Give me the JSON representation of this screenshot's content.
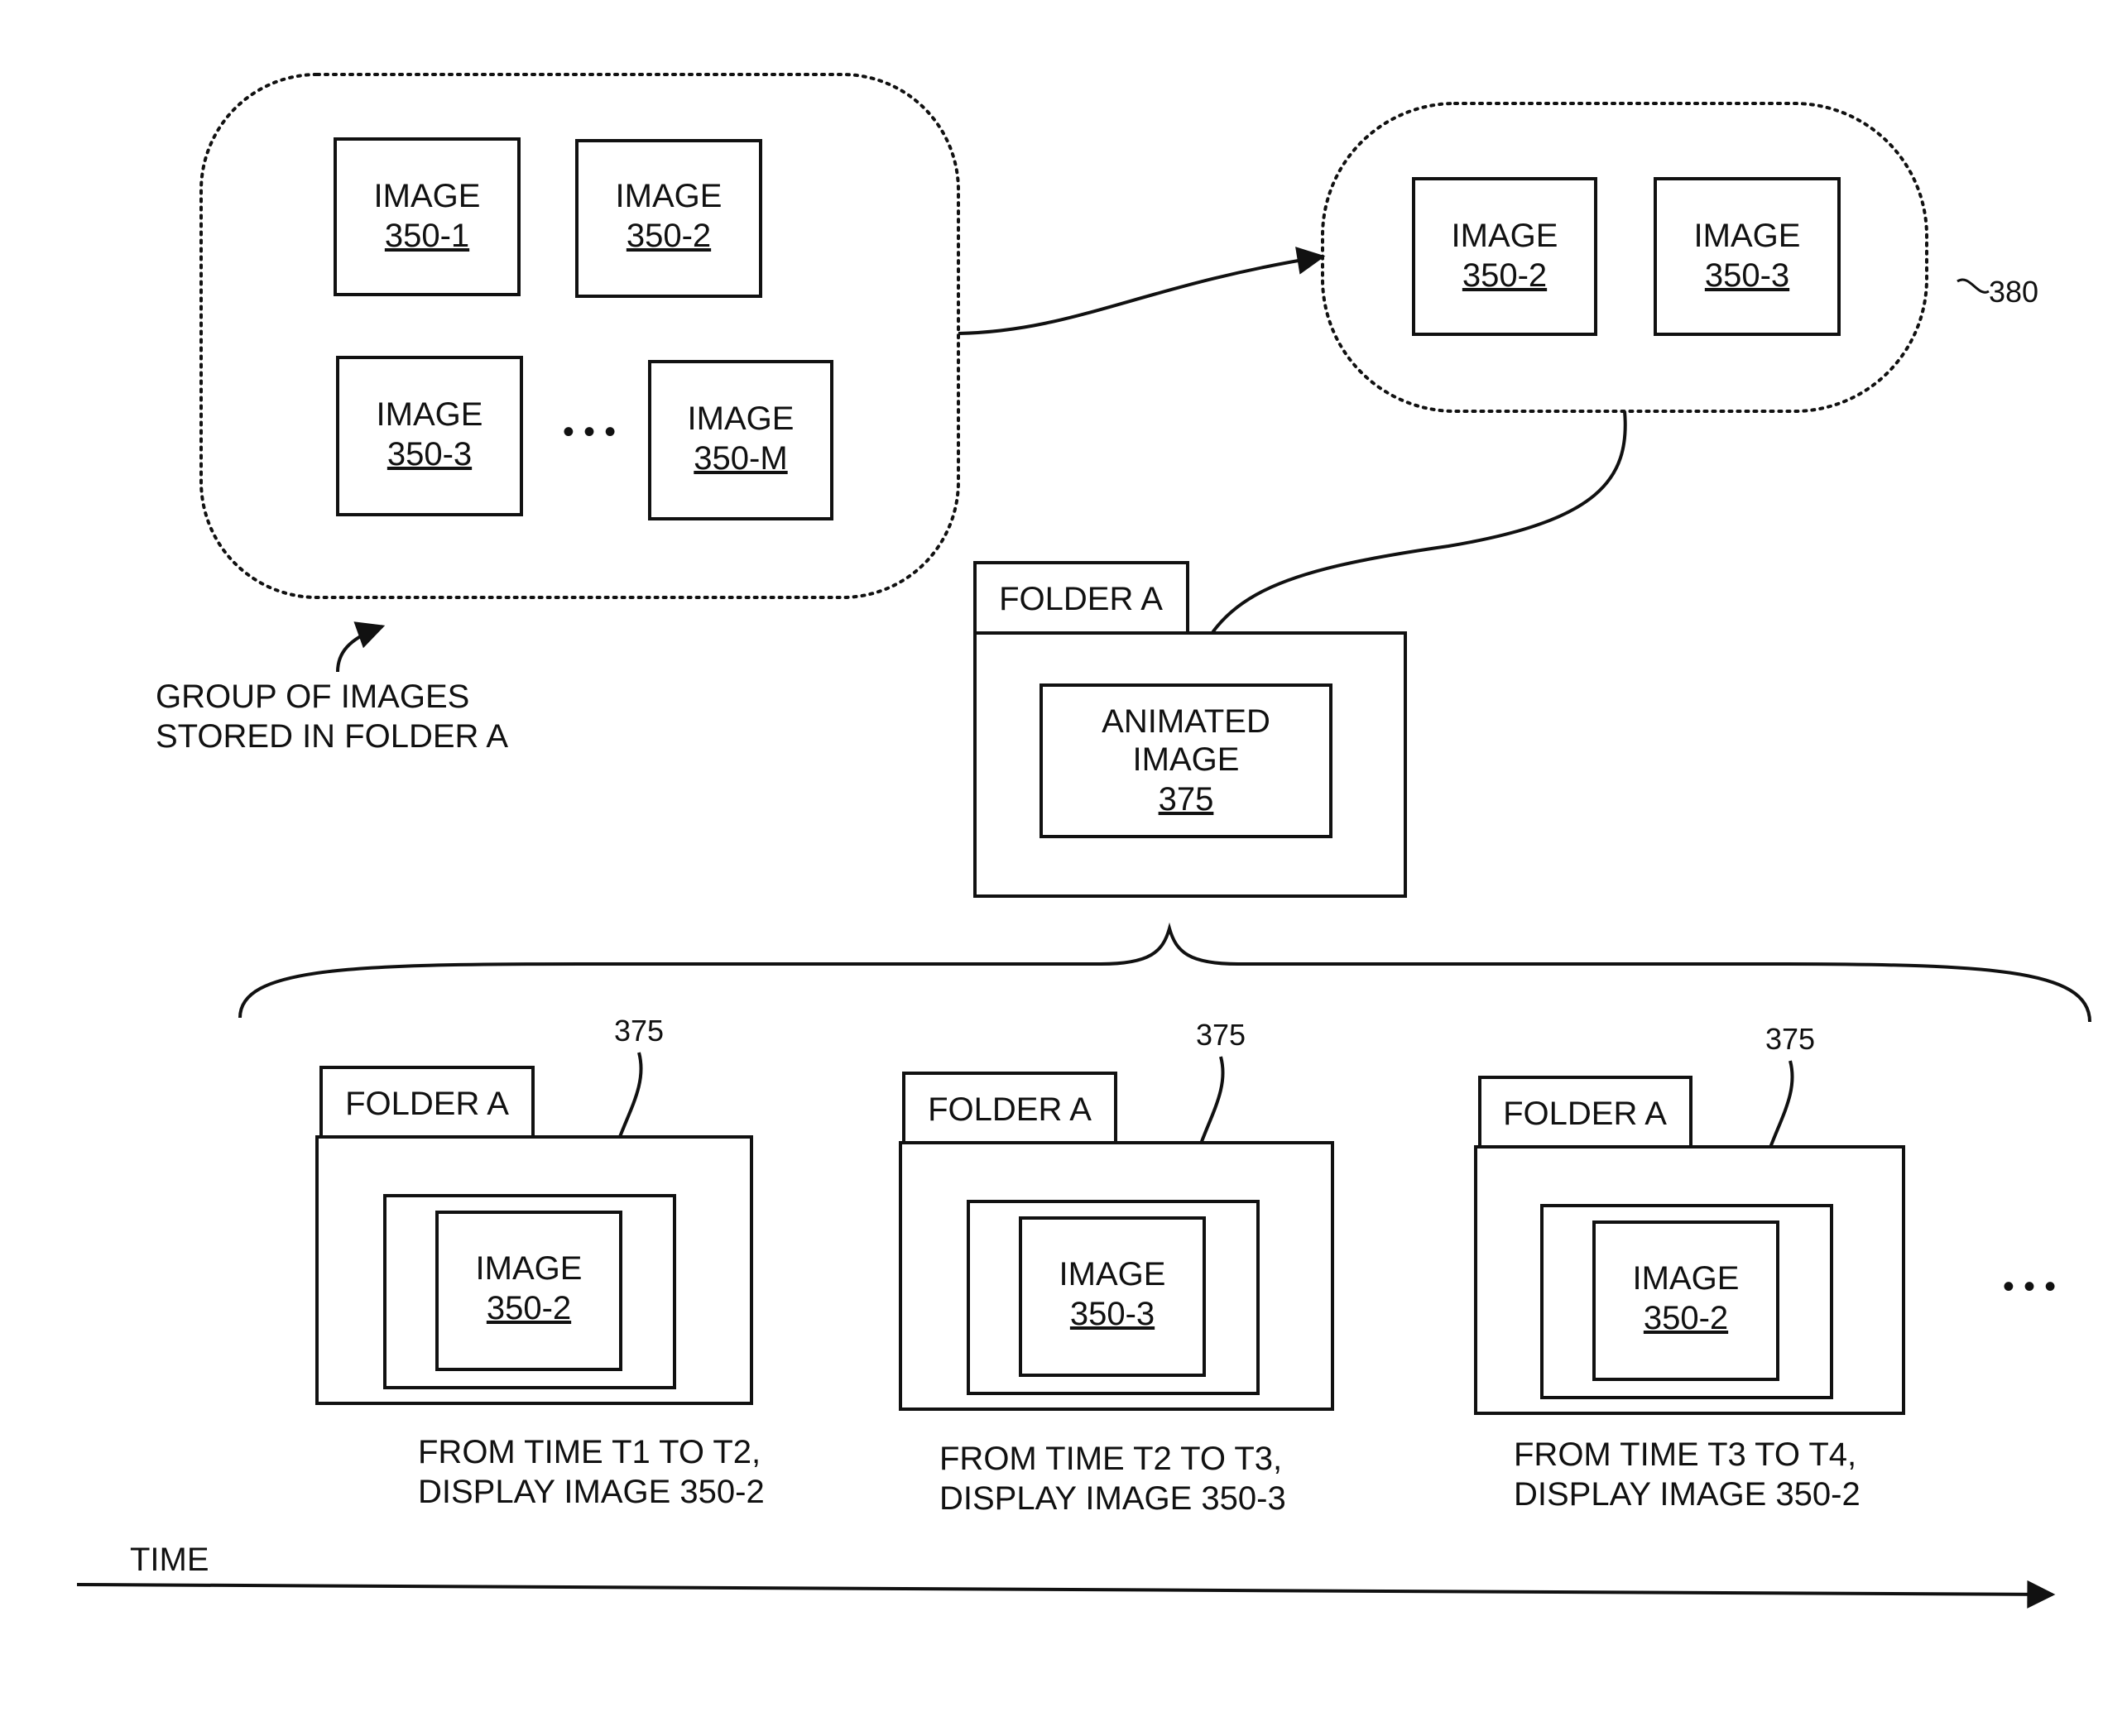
{
  "image_word": "IMAGE",
  "folder_label": "FOLDER A",
  "group": {
    "images": [
      "350-1",
      "350-2",
      "350-3",
      "350-M"
    ],
    "ellipsis": "• • •",
    "caption_line1": "GROUP OF IMAGES",
    "caption_line2": "STORED IN FOLDER A"
  },
  "selection": {
    "images": [
      "350-2",
      "350-3"
    ],
    "ref": "380"
  },
  "animated": {
    "line1": "ANIMATED",
    "line2": "IMAGE",
    "ref": "375"
  },
  "frames": [
    {
      "ref": "375",
      "image": "350-2",
      "caption_line1": "FROM TIME T1 TO T2,",
      "caption_line2": "DISPLAY IMAGE 350-2"
    },
    {
      "ref": "375",
      "image": "350-3",
      "caption_line1": "FROM TIME T2 TO T3,",
      "caption_line2": "DISPLAY IMAGE 350-3"
    },
    {
      "ref": "375",
      "image": "350-2",
      "caption_line1": "FROM TIME T3 TO T4,",
      "caption_line2": "DISPLAY IMAGE 350-2"
    }
  ],
  "frames_ellipsis": "• • •",
  "time_label": "TIME"
}
